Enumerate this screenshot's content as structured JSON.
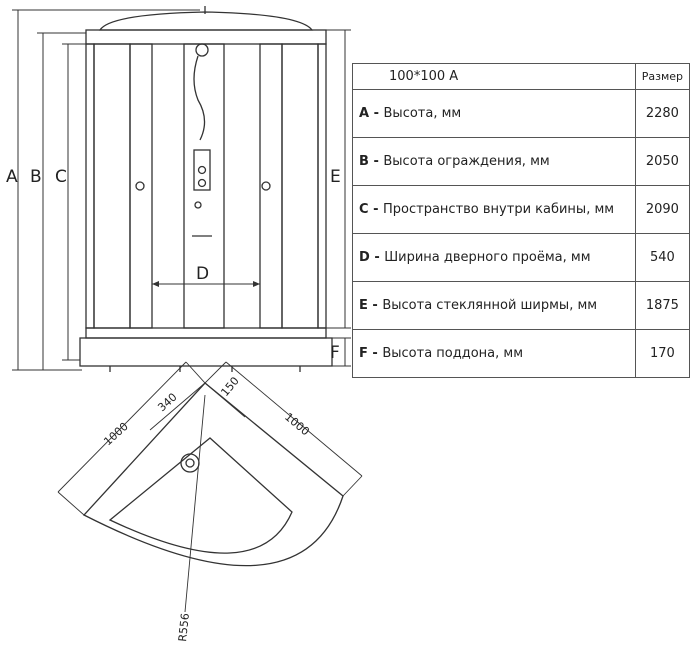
{
  "elevation": {
    "dim_labels": {
      "a": "A",
      "b": "B",
      "c": "C",
      "d": "D",
      "e": "E",
      "f": "F"
    }
  },
  "spec_table": {
    "header": {
      "model": "100*100 A",
      "size": "Размер"
    },
    "rows": [
      {
        "key": "A",
        "sep": " - ",
        "label": "Высота, мм",
        "value": "2280"
      },
      {
        "key": "B",
        "sep": " - ",
        "label": "Высота ограждения, мм",
        "value": "2050"
      },
      {
        "key": "C",
        "sep": " - ",
        "label": "Пространство внутри кабины, мм",
        "value": "2090"
      },
      {
        "key": "D",
        "sep": " - ",
        "label": "Ширина дверного проёма, мм",
        "value": "540"
      },
      {
        "key": "E",
        "sep": " - ",
        "label": "Высота стеклянной ширмы, мм",
        "value": "1875"
      },
      {
        "key": "F",
        "sep": " - ",
        "label": "Высота поддона, мм",
        "value": "170"
      }
    ]
  },
  "plan": {
    "side_left": "1000",
    "side_right": "1000",
    "inner_offset": "340",
    "corner_offset": "150",
    "radius": "R556"
  }
}
